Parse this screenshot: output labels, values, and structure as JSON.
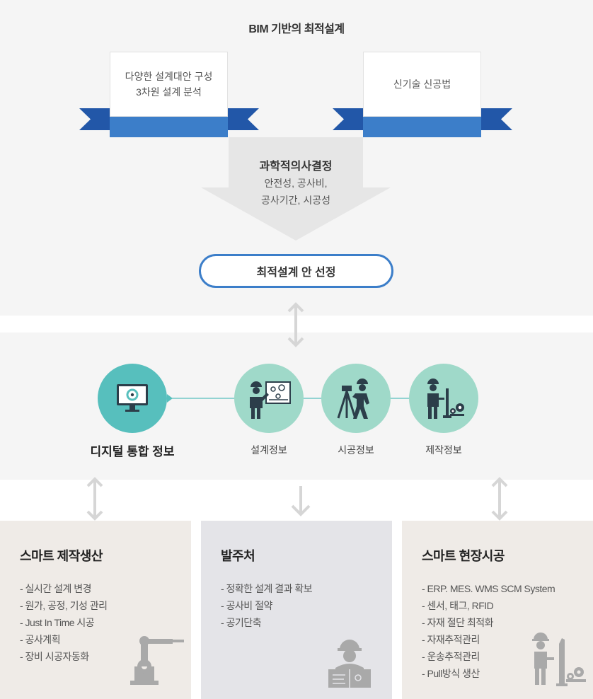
{
  "title": "BIM 기반의 최적설계",
  "ribbons": [
    {
      "lines": [
        "다양한 설계대안 구성",
        "3차원 설계 분석"
      ]
    },
    {
      "lines": [
        "신기술 신공법"
      ]
    }
  ],
  "decision": {
    "title": "과학적의사결정",
    "lines": [
      "안전성, 공사비,",
      "공사기간, 시공성"
    ]
  },
  "optimal_button": "최적설계 안 선정",
  "hub": {
    "label": "디지털 통합 정보",
    "icon": "monitor-icon"
  },
  "info_nodes": [
    {
      "label": "설계정보",
      "icon": "worker-blueprint-icon"
    },
    {
      "label": "시공정보",
      "icon": "surveyor-icon"
    },
    {
      "label": "제작정보",
      "icon": "worker-machine-icon"
    }
  ],
  "boxes": [
    {
      "title": "스마트 제작생산",
      "items": [
        "- 실시간 설계 변경",
        "- 원가, 공정, 기성 관리",
        "- Just In Time 시공",
        "- 공사계획",
        "- 장비 시공자동화"
      ],
      "icon": "robot-arm-icon",
      "color": "#efebe7"
    },
    {
      "title": "발주처",
      "items": [
        "- 정확한 설계 결과 확보",
        "- 공사비 절약",
        "- 공기단축"
      ],
      "icon": "engineer-blueprint-icon",
      "color": "#e4e4e8"
    },
    {
      "title": "스마트 현장시공",
      "items": [
        "- ERP. MES. WMS SCM System",
        "- 센서, 태그, RFID",
        "- 자재 절단 최적화",
        "- 자재추적관리",
        "- 운송추적관리",
        "- Pull방식 생산"
      ],
      "icon": "worker-machine-icon",
      "color": "#efebe7"
    }
  ],
  "colors": {
    "accent_blue": "#3c7ec9",
    "ribbon_dark": "#2257a8",
    "teal": "#57bfbd",
    "mint": "#9fd9c9",
    "gray_bg": "#f5f5f5",
    "arrow_gray": "#dcdcdc",
    "icon_dark": "#2c3e4a"
  }
}
